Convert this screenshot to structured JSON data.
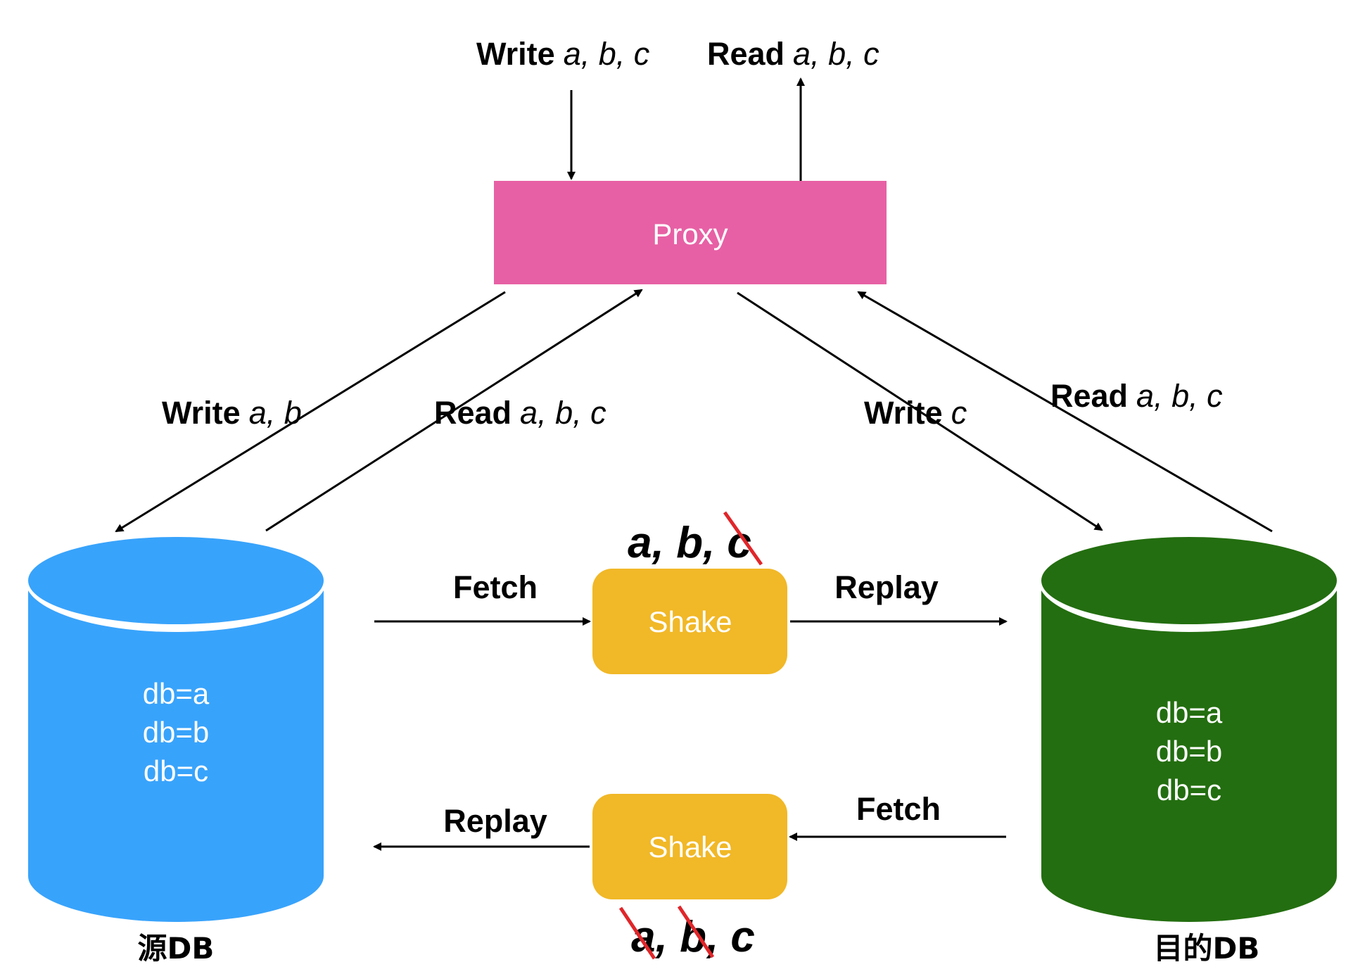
{
  "top": {
    "write_label": "Write",
    "write_vars": "a, b, c",
    "read_label": "Read",
    "read_vars": "a, b, c"
  },
  "proxy": {
    "label": "Proxy",
    "color": "#E760A5"
  },
  "left_links": {
    "write_label": "Write",
    "write_vars": "a, b",
    "read_label": "Read",
    "read_vars": "a, b, c"
  },
  "right_links": {
    "write_label": "Write",
    "write_vars": "c",
    "read_label": "Read",
    "read_vars": "a, b, c"
  },
  "source_db": {
    "name": "源DB",
    "color": "#38A3FB",
    "lines": [
      "db=a",
      "db=b",
      "db=c"
    ]
  },
  "target_db": {
    "name": "目的DB",
    "color": "#236E10",
    "lines": [
      "db=a",
      "db=b",
      "db=c"
    ]
  },
  "shake_forward": {
    "label": "Shake",
    "color": "#F1B827",
    "fetch_label": "Fetch",
    "replay_label": "Replay",
    "sequence": [
      "a",
      "b",
      "c"
    ],
    "struck": [
      "c"
    ]
  },
  "shake_reverse": {
    "label": "Shake",
    "color": "#F1B827",
    "fetch_label": "Fetch",
    "replay_label": "Replay",
    "sequence": [
      "a",
      "b",
      "c"
    ],
    "struck": [
      "a",
      "b"
    ]
  },
  "strike_color": "#E0262A"
}
